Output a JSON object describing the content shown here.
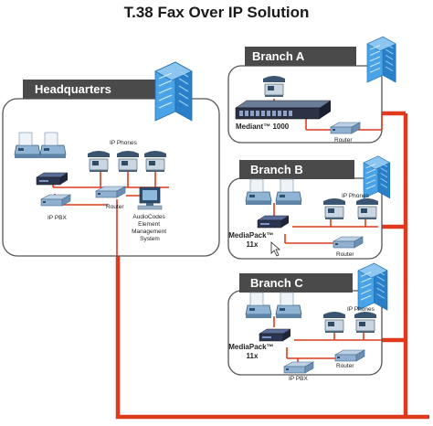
{
  "title": "T.38 Fax Over IP Solution",
  "colors": {
    "link": "#e03a1e",
    "header_bg": "#4a4a4a",
    "box_border": "#555555",
    "building": "#2f8fd8"
  },
  "headquarters": {
    "header": "Headquarters",
    "ip_phones": "IP Phones",
    "router": "Router",
    "ip_pbx": "IP PBX",
    "ems": [
      "AudioCodes",
      "Element",
      "Management",
      "System"
    ]
  },
  "branch_a": {
    "header": "Branch A",
    "device": "Mediant™ 1000",
    "router": "Router"
  },
  "branch_b": {
    "header": "Branch B",
    "ip_phones": "IP Phones",
    "device": [
      "MediaPack™",
      "11x"
    ],
    "router": "Router"
  },
  "branch_c": {
    "header": "Branch C",
    "ip_phones": "IP Phones",
    "device": [
      "MediaPack™",
      "11x"
    ],
    "router": "Router",
    "ip_pbx": "IP PBX"
  },
  "icons": [
    "fax-icon",
    "ip-phone-icon",
    "router-icon",
    "ip-pbx-icon",
    "gateway-icon",
    "computer-icon",
    "building-icon",
    "cursor-icon"
  ]
}
